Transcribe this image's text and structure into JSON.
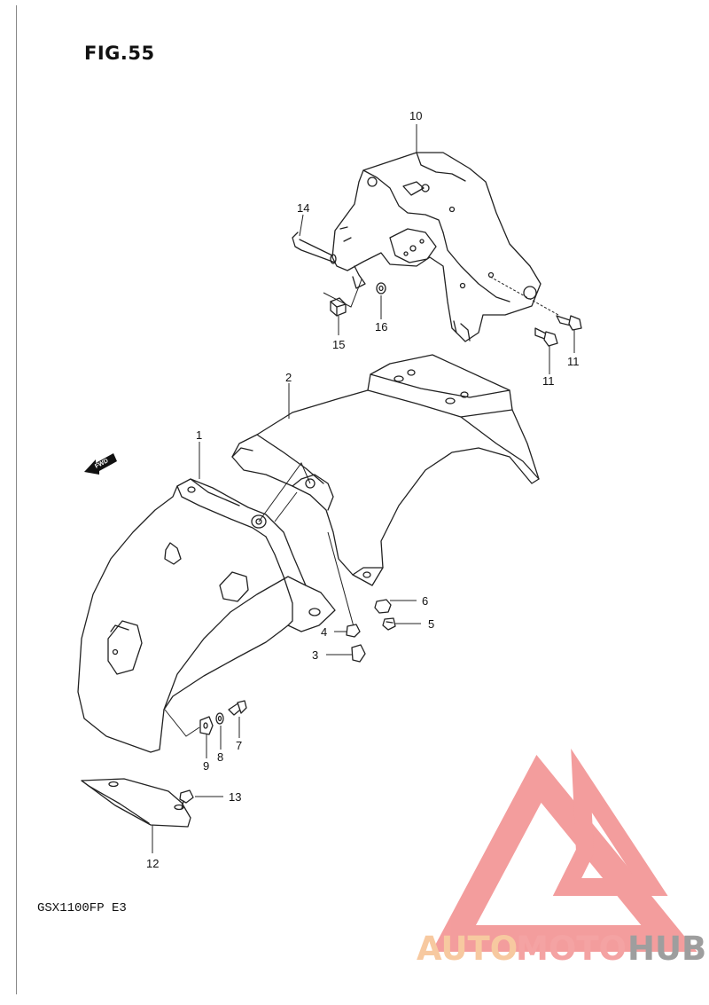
{
  "figure": {
    "title": "FIG.55",
    "model": "GSX1100FP  E3"
  },
  "direction_badge": {
    "text": "FWD",
    "icon": "arrow-left-icon"
  },
  "part_labels": {
    "p1": "1",
    "p2": "2",
    "p3": "3",
    "p4": "4",
    "p5": "5",
    "p6": "6",
    "p7": "7",
    "p8": "8",
    "p9": "9",
    "p10": "10",
    "p11a": "11",
    "p11b": "11",
    "p12": "12",
    "p13": "13",
    "p14": "14",
    "p15": "15",
    "p16": "16"
  },
  "watermark": {
    "part1": "AUTO",
    "part2": "MOTO",
    "part3": "HUB",
    "colors": {
      "auto": "#f7c9a0",
      "moto": "#f4a3a3",
      "hub": "#9e9e9e",
      "logo": "#f28c8c"
    }
  }
}
